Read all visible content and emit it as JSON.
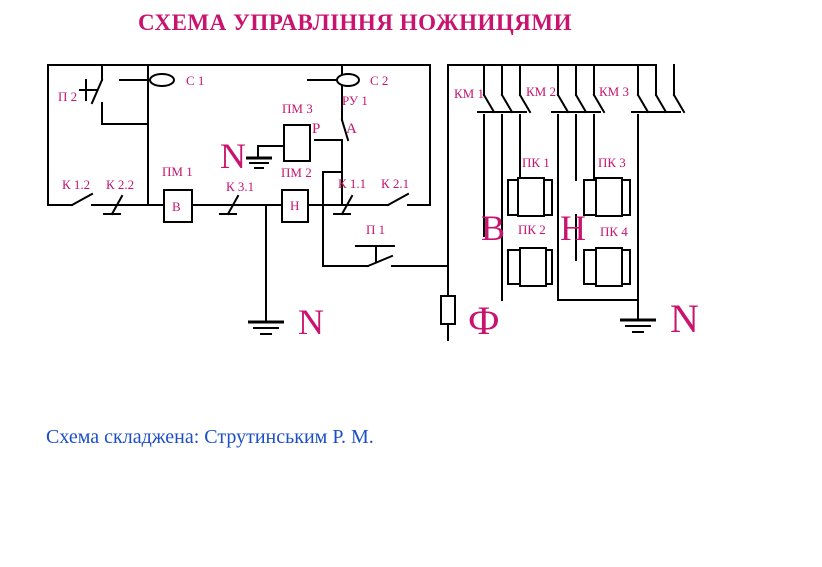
{
  "title": "СХЕМА УПРАВЛІННЯ НОЖНИЦЯМИ",
  "credit": "Схема складжена: Струтинським Р. М.",
  "colors": {
    "labels": "#c8146e",
    "credit": "#1c4ec8",
    "wires": "#000000"
  },
  "labels": {
    "p2": "П 2",
    "c1": "С 1",
    "c2": "С 2",
    "ru1": "РУ 1",
    "pm3": "ПМ 3",
    "p": "Р",
    "a": "А",
    "n_top": "N",
    "k12": "К 1.2",
    "k22": "К 2.2",
    "pm1": "ПМ 1",
    "pm1_coil": "В",
    "k31": "К 3.1",
    "pm2": "ПМ 2",
    "pm2_coil": "Н",
    "k11": "К 1.1",
    "k21": "К 2.1",
    "p1": "П 1",
    "n_bottom_left": "N",
    "phi": "Ф",
    "km1": "КМ 1",
    "km2": "КМ 2",
    "km3": "КМ 3",
    "pk1": "ПК 1",
    "pk2": "ПК 2",
    "pk3": "ПК 3",
    "pk4": "ПК 4",
    "v_big": "В",
    "h_big": "Н",
    "n_bottom_right": "N"
  }
}
